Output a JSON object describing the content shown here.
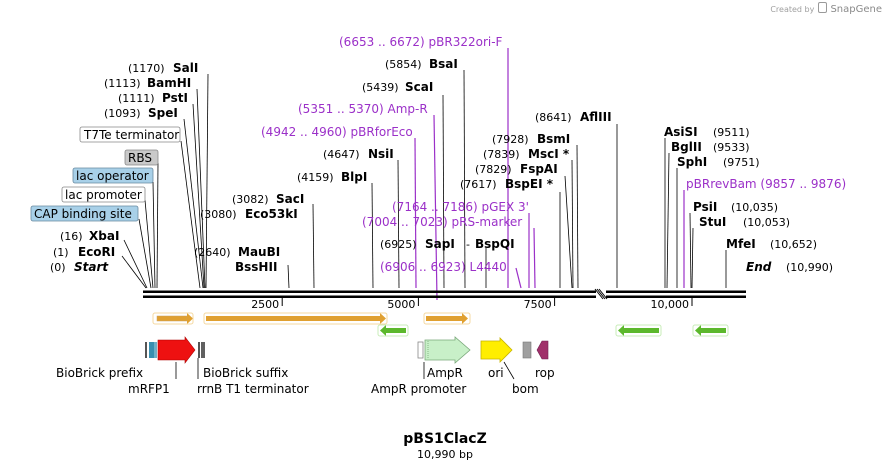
{
  "app": {
    "created_by": "Created by",
    "brand": "SnapGene"
  },
  "map": {
    "title": "pBS1ClacZ",
    "length_label": "10,990 bp",
    "total_bp": 10990,
    "ruler_ticks": [
      {
        "bp": 2500,
        "label": "2500"
      },
      {
        "bp": 5000,
        "label": "5000"
      },
      {
        "bp": 7500,
        "label": "7500"
      },
      {
        "bp": 10000,
        "label": "10,000"
      }
    ]
  },
  "sites": [
    {
      "kind": "site",
      "pos": "(1170)",
      "name": "SalI",
      "bp": 1170
    },
    {
      "kind": "site",
      "pos": "(1113)",
      "name": "BamHI",
      "bp": 1113
    },
    {
      "kind": "site",
      "pos": "(1111)",
      "name": "PstI",
      "bp": 1111
    },
    {
      "kind": "site",
      "pos": "(1093)",
      "name": "SpeI",
      "bp": 1093
    },
    {
      "kind": "feature",
      "name": "T7Te terminator",
      "bp": 720
    },
    {
      "kind": "feature",
      "name": "RBS",
      "bp": 330,
      "fill": "#c9c9c9"
    },
    {
      "kind": "feature",
      "name": "lac operator",
      "bp": 310,
      "fill": "#a8d0e8"
    },
    {
      "kind": "feature",
      "name": "lac promoter",
      "bp": 260
    },
    {
      "kind": "feature",
      "name": "CAP binding site",
      "bp": 230,
      "fill": "#a8d0e8"
    },
    {
      "kind": "site",
      "pos": "(16)",
      "name": "XbaI",
      "bp": 16
    },
    {
      "kind": "site",
      "pos": "(1)",
      "name": "EcoRI",
      "bp": 1
    },
    {
      "kind": "site",
      "pos": "(0)",
      "name": "Start",
      "bp": 0,
      "italic": true
    },
    {
      "kind": "site",
      "pos": "(3082)",
      "name": "SacI",
      "bp": 3082
    },
    {
      "kind": "site",
      "pos": "(3080)",
      "name": "Eco53kI",
      "bp": 3080
    },
    {
      "kind": "site",
      "pos": "(2640)",
      "name": "MauBI",
      "bp": 2640
    },
    {
      "kind": "site",
      "pos": "",
      "name": "BssHII",
      "bp": 2640
    },
    {
      "kind": "primer",
      "text": "(6653 .. 6672)  pBR322ori-F",
      "bp": 6672
    },
    {
      "kind": "site",
      "pos": "(5854)",
      "name": "BsaI",
      "bp": 5854
    },
    {
      "kind": "site",
      "pos": "(5439)",
      "name": "ScaI",
      "bp": 5439
    },
    {
      "kind": "primer",
      "text": "(5351 .. 5370)  Amp-R",
      "bp": 5351
    },
    {
      "kind": "primer",
      "text": "(4942 .. 4960)  pBRforEco",
      "bp": 4960
    },
    {
      "kind": "site",
      "pos": "(4647)",
      "name": "NsiI",
      "bp": 4647
    },
    {
      "kind": "site",
      "pos": "(4159)",
      "name": "BlpI",
      "bp": 4159
    },
    {
      "kind": "primer",
      "text": "(7164 .. 7186)  pGEX 3'",
      "bp": 7186
    },
    {
      "kind": "primer",
      "text": "(7004 .. 7023)  pRS-marker",
      "bp": 7004
    },
    {
      "kind": "site",
      "pos": "(6925)",
      "name": "SapI",
      "bp": 6925
    },
    {
      "kind": "site",
      "pos": "-",
      "name": "BspQI",
      "bp": 6925
    },
    {
      "kind": "primer",
      "text": "(6906 .. 6923)  L4440",
      "bp": 6906
    },
    {
      "kind": "site",
      "pos": "(8641)",
      "name": "AflIII",
      "bp": 8641
    },
    {
      "kind": "site",
      "pos": "(7928)",
      "name": "BsmI",
      "bp": 7928
    },
    {
      "kind": "site",
      "pos": "(7839)",
      "name": "MscI *",
      "bp": 7839
    },
    {
      "kind": "site",
      "pos": "(7829)",
      "name": "FspAI",
      "bp": 7829
    },
    {
      "kind": "site",
      "pos": "(7617)",
      "name": "BspEI *",
      "bp": 7617
    },
    {
      "kind": "site",
      "pos": "(9511)",
      "name": "AsiSI",
      "bp": 9511,
      "right": true
    },
    {
      "kind": "site",
      "pos": "(9533)",
      "name": "BglII",
      "bp": 9533,
      "right": true
    },
    {
      "kind": "site",
      "pos": "(9751)",
      "name": "SphI",
      "bp": 9751,
      "right": true
    },
    {
      "kind": "primer",
      "text": "pBRrevBam  (9857 .. 9876)",
      "bp": 9857,
      "right": true
    },
    {
      "kind": "site",
      "pos": "(10,035)",
      "name": "PsiI",
      "bp": 10035,
      "right": true
    },
    {
      "kind": "site",
      "pos": "(10,053)",
      "name": "StuI",
      "bp": 10053,
      "right": true
    },
    {
      "kind": "site",
      "pos": "(10,652)",
      "name": "MfeI",
      "bp": 10652,
      "right": true
    },
    {
      "kind": "site",
      "pos": "(10,990)",
      "name": "End",
      "bp": 10990,
      "right": true,
      "italic": true
    }
  ],
  "features": [
    {
      "name": "BioBrick prefix"
    },
    {
      "name": "mRFP1"
    },
    {
      "name": "BioBrick suffix"
    },
    {
      "name": "rrnB T1 terminator"
    },
    {
      "name": "AmpR promoter"
    },
    {
      "name": "AmpR"
    },
    {
      "name": "ori"
    },
    {
      "name": "bom"
    },
    {
      "name": "rop"
    }
  ],
  "colors": {
    "primer": "#9b30c8",
    "backbone": "#000000",
    "orf_orange": "#e0a030",
    "orf_green": "#5cb82c",
    "mrfp1": "#ee1111",
    "ampr": "#c8f0c8",
    "ori": "#ffee00",
    "rop": "#a0306a",
    "bom": "#a0a0a0"
  }
}
